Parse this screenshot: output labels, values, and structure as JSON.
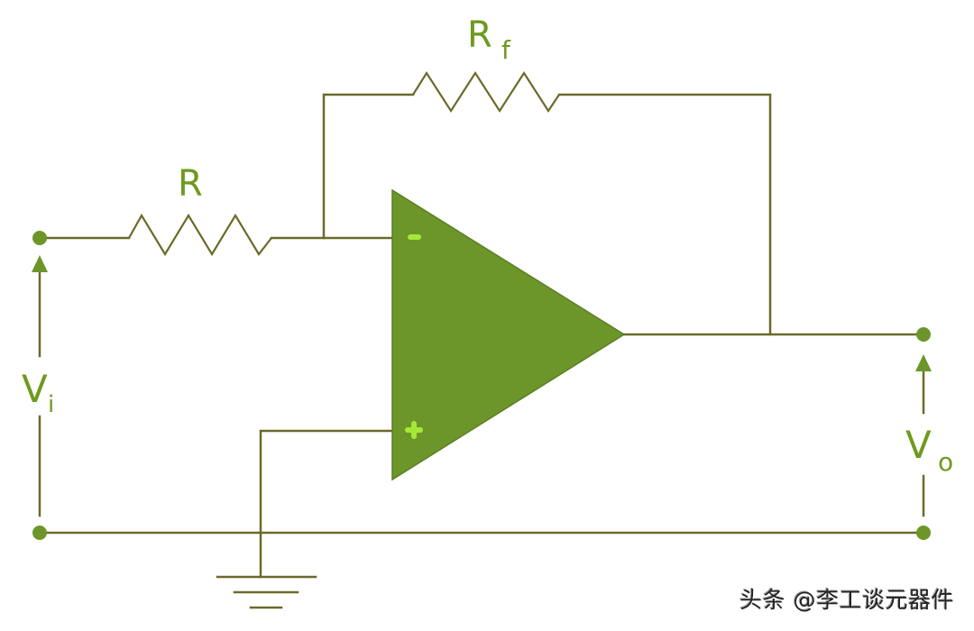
{
  "diagram": {
    "title": "Inverting operational amplifier circuit",
    "colors": {
      "wire": "#6b6a2a",
      "opamp_fill": "#6c962a",
      "terminal": "#6c962a",
      "label": "#6e9a1e",
      "sign": "#a6e83a"
    },
    "labels": {
      "input_resistor": "R",
      "feedback_resistor": "R",
      "feedback_subscript": "f",
      "input_voltage": "V",
      "input_voltage_subscript": "i",
      "output_voltage": "V",
      "output_voltage_subscript": "o",
      "inverting_input_sign": "−",
      "noninverting_input_sign": "+"
    },
    "components": [
      {
        "id": "R",
        "type": "resistor",
        "role": "input resistor"
      },
      {
        "id": "Rf",
        "type": "resistor",
        "role": "feedback resistor"
      },
      {
        "id": "opamp",
        "type": "operational amplifier"
      },
      {
        "id": "gnd",
        "type": "ground"
      }
    ]
  },
  "watermark": "头条 @李工谈元器件"
}
